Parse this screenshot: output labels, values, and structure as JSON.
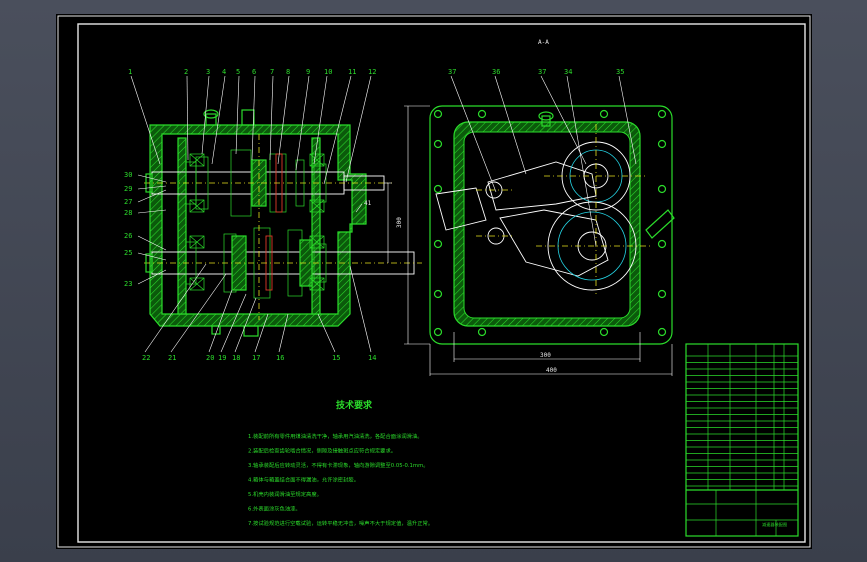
{
  "window": {
    "background": "#000000",
    "line_color": "#2bdc2b"
  },
  "drawing": {
    "view_label": "A-A",
    "front_callouts_top": [
      "1",
      "2",
      "3",
      "4",
      "5",
      "6",
      "7",
      "8",
      "9",
      "10",
      "11",
      "12"
    ],
    "front_callouts_left": [
      "30",
      "29",
      "27",
      "28",
      "26",
      "25",
      "23"
    ],
    "front_callouts_bottom": [
      "22",
      "21",
      "20",
      "19",
      "18",
      "17",
      "16",
      "15",
      "14"
    ],
    "front_dim_right": "41",
    "side_callouts_top": [
      "37",
      "36",
      "37",
      "34",
      "35"
    ],
    "side_dim_vertical": "300",
    "side_dim_inner": "300",
    "side_dim_outer": "400",
    "tech_title": "技术要求",
    "tech_notes": [
      "1.装配前所有零件用煤油清洗干净，轴承用汽油清洗，各配合面涂润滑油。",
      "2.装配后检查齿轮啮合情况，侧隙及接触斑点应符合规定要求。",
      "3.轴承装配后应转动灵活，不得有卡滞现象，轴向游隙调整至0.05-0.1mm。",
      "4.箱体与箱盖结合面不得漏油，允许涂密封胶。",
      "5.机壳内装润滑油至规定高度。",
      "6.外表面涂灰色油漆。",
      "7.按试验规范进行空载试验，运转平稳无冲击，噪声不大于规定值，温升正常。"
    ],
    "title_block": {
      "part_name": "减速器装配图"
    }
  }
}
